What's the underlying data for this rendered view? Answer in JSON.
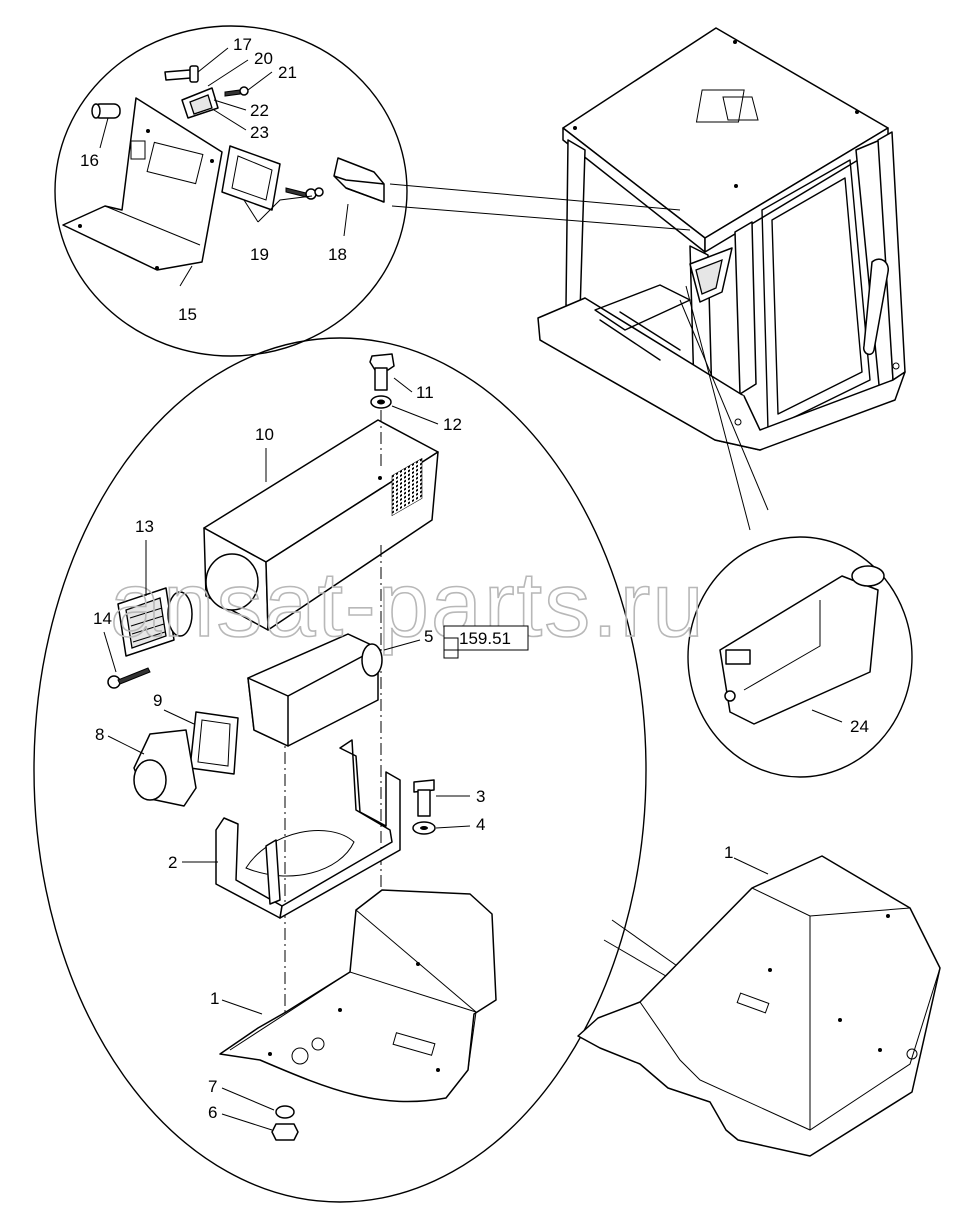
{
  "watermark": "ansat-parts.ru",
  "reference_box": "159.51",
  "callouts": {
    "c1_seat": "1",
    "c1_base": "1",
    "c2": "2",
    "c3": "3",
    "c4": "4",
    "c5": "5",
    "c6": "6",
    "c7": "7",
    "c8": "8",
    "c9": "9",
    "c10": "10",
    "c11": "11",
    "c12": "12",
    "c13": "13",
    "c14": "14",
    "c15": "15",
    "c16": "16",
    "c17": "17",
    "c18": "18",
    "c19": "19",
    "c20": "20",
    "c21": "21",
    "c22": "22",
    "c23": "23",
    "c24": "24"
  }
}
